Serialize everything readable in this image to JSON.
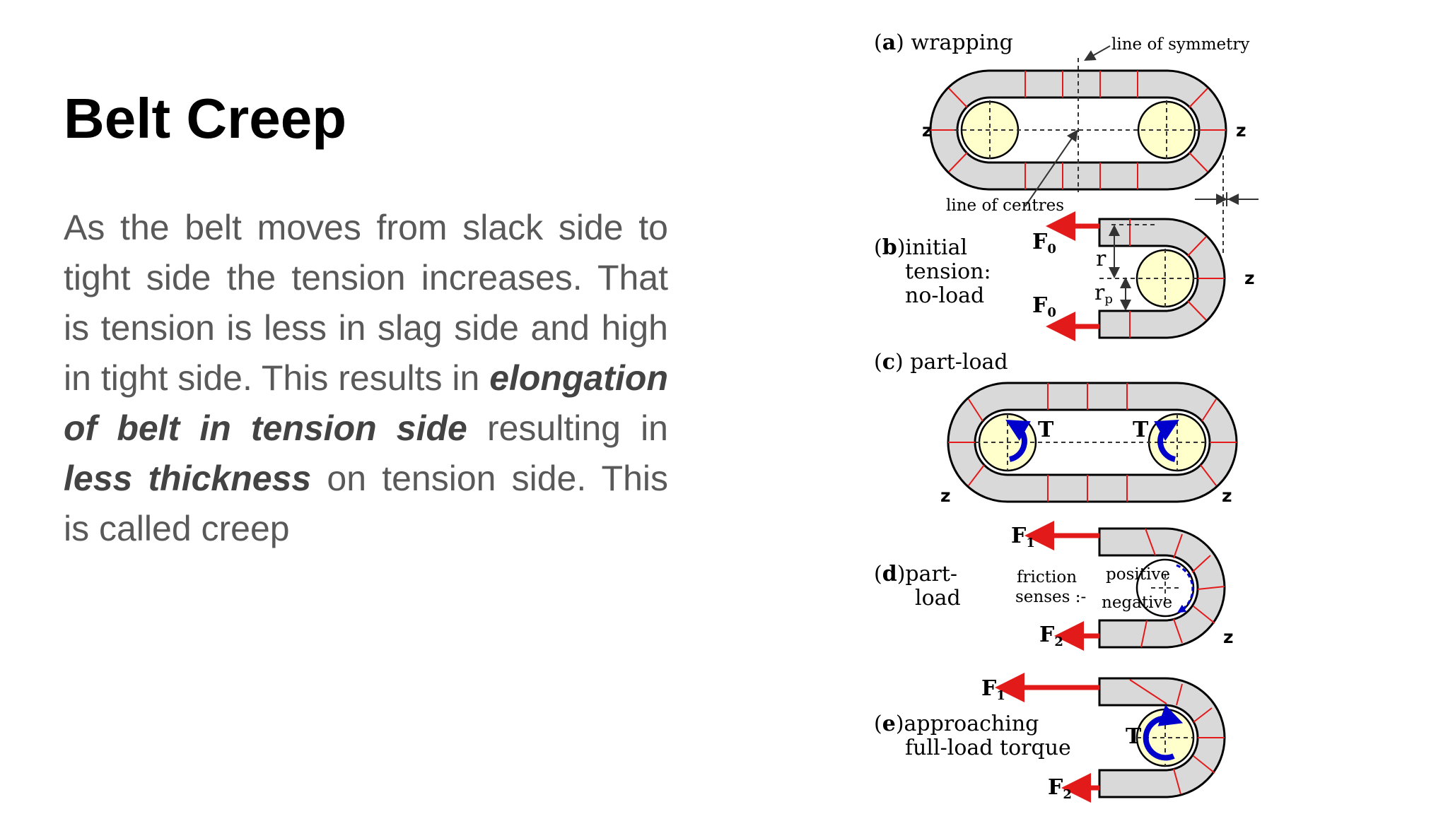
{
  "slide": {
    "title": "Belt Creep",
    "body": {
      "part1": "As the belt moves from slack side to tight side the tension increases. That is tension is less in slag side and high in tight side. This results in ",
      "bold1": "elongation of belt in tension side",
      "part2": " resulting in ",
      "bold2": "less thickness",
      "part3": " on tension side. This is called creep"
    }
  },
  "diagram": {
    "panel_a": {
      "letter": "a",
      "label": "wrapping",
      "symmetry_note": "line of symmetry",
      "centres_note": "line of centres",
      "z_left": "z",
      "z_right": "z"
    },
    "panel_b": {
      "letter": "b",
      "label_lines": [
        "initial",
        "tension:",
        "no-load"
      ],
      "force_top": "F",
      "force_top_sub": "0",
      "force_bottom": "F",
      "force_bottom_sub": "0",
      "r_label": "r",
      "rp_label": "r",
      "rp_sub": "p",
      "z": "z"
    },
    "panel_c": {
      "letter": "c",
      "label": "part-load",
      "torque_left": "T",
      "torque_right": "T",
      "z_left": "z",
      "z_right": "z"
    },
    "panel_d": {
      "letter": "d",
      "label_lines": [
        "part-",
        "load"
      ],
      "friction_lines": [
        "friction",
        "senses :-"
      ],
      "positive": "positive",
      "negative": "negative",
      "force_top": "F",
      "force_top_sub": "1",
      "force_bottom": "F",
      "force_bottom_sub": "2",
      "z": "z"
    },
    "panel_e": {
      "letter": "e",
      "label_lines": [
        "approaching",
        "full-load torque"
      ],
      "torque": "T",
      "force_top": "F",
      "force_top_sub": "1",
      "force_bottom": "F",
      "force_bottom_sub": "2"
    },
    "colors": {
      "belt": "#d9d9d9",
      "pulley": "#ffffcc",
      "force_arrow": "#e31a1a",
      "rotation_arrow": "#0000cc"
    }
  }
}
